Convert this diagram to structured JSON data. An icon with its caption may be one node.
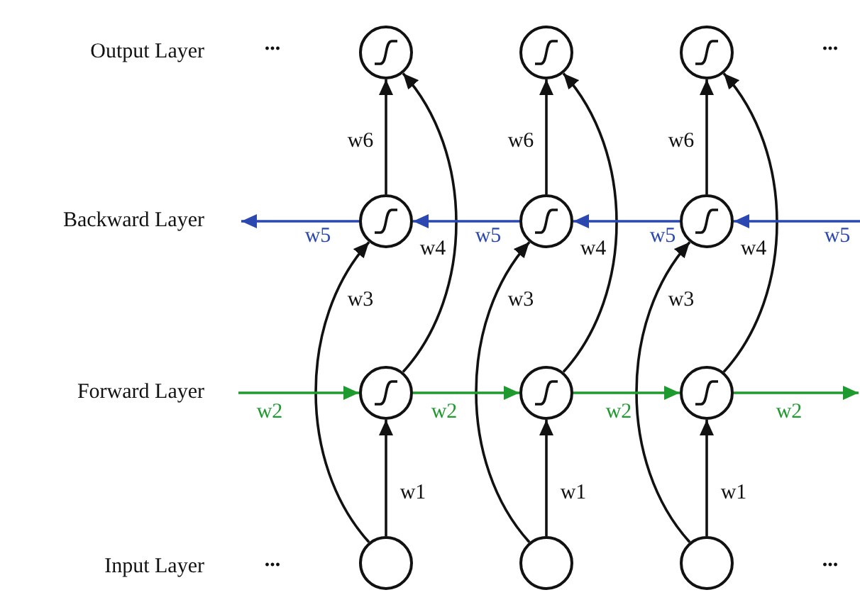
{
  "diagram": {
    "nodes": [
      {
        "text": [],
        "shape": "circle"
      },
      {
        "text": [],
        "shape": "circle"
      },
      {
        "text": [],
        "shape": "circle"
      },
      {
        "text": [],
        "shape": "circle"
      },
      {
        "text": [],
        "shape": "circle"
      },
      {
        "text": [],
        "shape": "circle"
      },
      {
        "text": [],
        "shape": "circle"
      },
      {
        "text": [],
        "shape": "circle"
      },
      {
        "text": [],
        "shape": "circle"
      },
      {
        "text": [],
        "shape": "circle"
      },
      {
        "text": [],
        "shape": "circle"
      },
      {
        "text": [],
        "shape": "circle"
      }
    ],
    "edges": [
      {
        "from": 9,
        "to": 6,
        "arrow": "to",
        "label": "w1"
      },
      {
        "from": 9,
        "to": 3,
        "arrow": "to",
        "label": "w3"
      },
      {
        "from": 6,
        "to": 0,
        "arrow": "to",
        "label": "w4"
      },
      {
        "from": 3,
        "to": 0,
        "arrow": "to",
        "label": "w6"
      },
      {
        "from": 10,
        "to": 7,
        "arrow": "to",
        "label": "w1"
      },
      {
        "from": 10,
        "to": 4,
        "arrow": "to",
        "label": "w3"
      },
      {
        "from": 7,
        "to": 1,
        "arrow": "to",
        "label": "w4"
      },
      {
        "from": 4,
        "to": 1,
        "arrow": "to",
        "label": "w6"
      },
      {
        "from": 11,
        "to": 8,
        "arrow": "to",
        "label": "w1"
      },
      {
        "from": 11,
        "to": 5,
        "arrow": "to",
        "label": "w3"
      },
      {
        "from": 8,
        "to": 2,
        "arrow": "to",
        "label": "w4"
      },
      {
        "from": 5,
        "to": 2,
        "arrow": "to",
        "label": "w6"
      },
      {
        "from": null,
        "to": 6,
        "arrow": "to",
        "label": "w2",
        "color": "#1f9a2e"
      },
      {
        "from": 6,
        "to": 7,
        "arrow": "to",
        "label": "w2",
        "color": "#1f9a2e"
      },
      {
        "from": 7,
        "to": 8,
        "arrow": "to",
        "label": "w2",
        "color": "#1f9a2e"
      },
      {
        "from": 8,
        "to": null,
        "arrow": "to",
        "label": "w2",
        "color": "#1f9a2e"
      },
      {
        "from": null,
        "to": 5,
        "arrow": "to",
        "label": "w5",
        "color": "#2b48b0"
      },
      {
        "from": 5,
        "to": 4,
        "arrow": "to",
        "label": "w5",
        "color": "#2b48b0"
      },
      {
        "from": 4,
        "to": 3,
        "arrow": "to",
        "label": "w5",
        "color": "#2b48b0"
      },
      {
        "from": 3,
        "to": null,
        "arrow": "to",
        "label": "w5",
        "color": "#2b48b0"
      }
    ],
    "labels": [
      "Output Layer",
      "...",
      "...",
      "Backward Layer",
      "Forward Layer",
      "Input Layer",
      "...",
      "..."
    ]
  }
}
